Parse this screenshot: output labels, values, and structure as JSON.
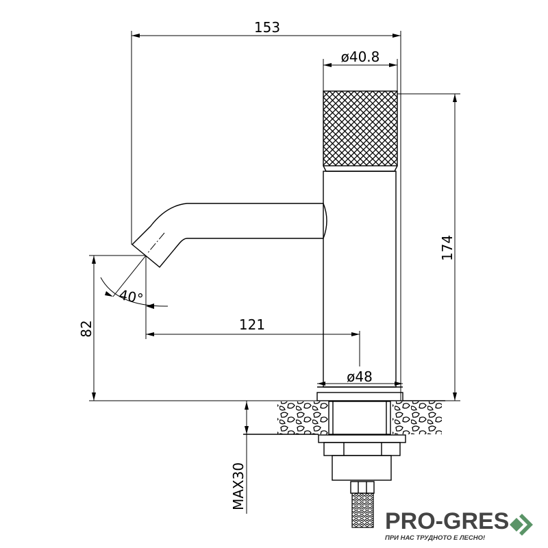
{
  "dimensions": {
    "overall_width": "153",
    "handle_diameter": "ø40.8",
    "height": "174",
    "spout_height": "82",
    "spout_reach": "121",
    "spout_angle": "40°",
    "base_diameter": "ø48",
    "max_counter": "MAX30"
  },
  "logo": {
    "name": "PRO-GRES",
    "tagline": "ПРИ НАС ТРУДНОТО Е ЛЕСНО!",
    "color_text": "#444444",
    "color_mark": "#5a9467"
  }
}
